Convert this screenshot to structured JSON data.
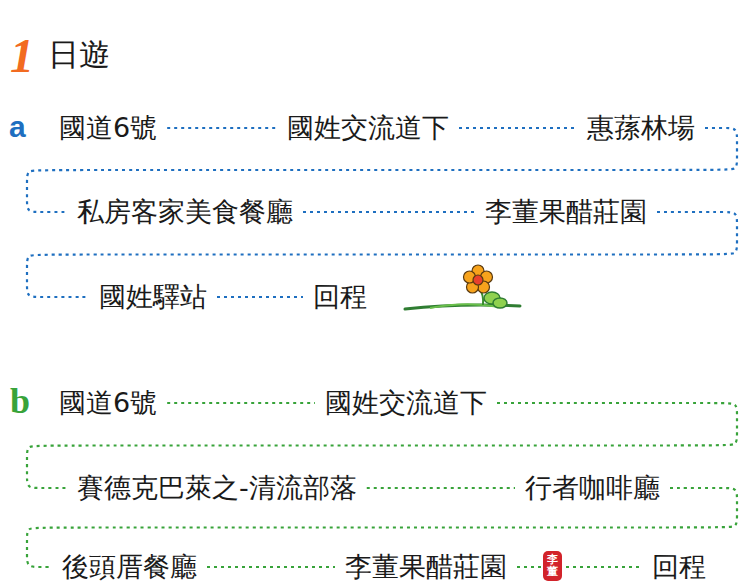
{
  "diagram": {
    "title": "日遊",
    "nodes": [
      {
        "text": [
          "國道6號"
        ]
      },
      {
        "text": [
          "國姓交流道下"
        ]
      },
      {
        "text": [
          "惠蓀林場"
        ]
      },
      {
        "text": [
          "私房客家美食餐廳"
        ]
      },
      {
        "text": [
          "李董果醋莊園"
        ]
      },
      {
        "text": [
          "國姓驛站"
        ]
      },
      {
        "text": [
          "回程"
        ]
      },
      {
        "text": [
          "國道6號"
        ]
      },
      {
        "text": [
          "國姓交流道下"
        ]
      },
      {
        "text": [
          "賽德克巴萊之-清流部落"
        ]
      },
      {
        "text": [
          "行者咖啡廳"
        ]
      },
      {
        "text": [
          "後頭厝餐廳"
        ]
      },
      {
        "text": [
          "李董果醋莊園"
        ]
      },
      {
        "text": [
          "回程"
        ]
      }
    ],
    "edges": [
      {
        "from": 0,
        "to": 1,
        "arrow": "none"
      },
      {
        "from": 1,
        "to": 2,
        "arrow": "none"
      },
      {
        "from": 2,
        "to": 3,
        "arrow": "none"
      },
      {
        "from": 3,
        "to": 4,
        "arrow": "none"
      },
      {
        "from": 4,
        "to": 5,
        "arrow": "none"
      },
      {
        "from": 5,
        "to": 6,
        "arrow": "none"
      },
      {
        "from": 7,
        "to": 8,
        "arrow": "none"
      },
      {
        "from": 8,
        "to": 9,
        "arrow": "none"
      },
      {
        "from": 9,
        "to": 10,
        "arrow": "none"
      },
      {
        "from": 10,
        "to": 11,
        "arrow": "none"
      },
      {
        "from": 11,
        "to": 12,
        "arrow": "none"
      },
      {
        "from": 12,
        "to": 13,
        "arrow": "none"
      }
    ],
    "labels": [
      "1",
      "a",
      "b",
      "李董"
    ]
  }
}
